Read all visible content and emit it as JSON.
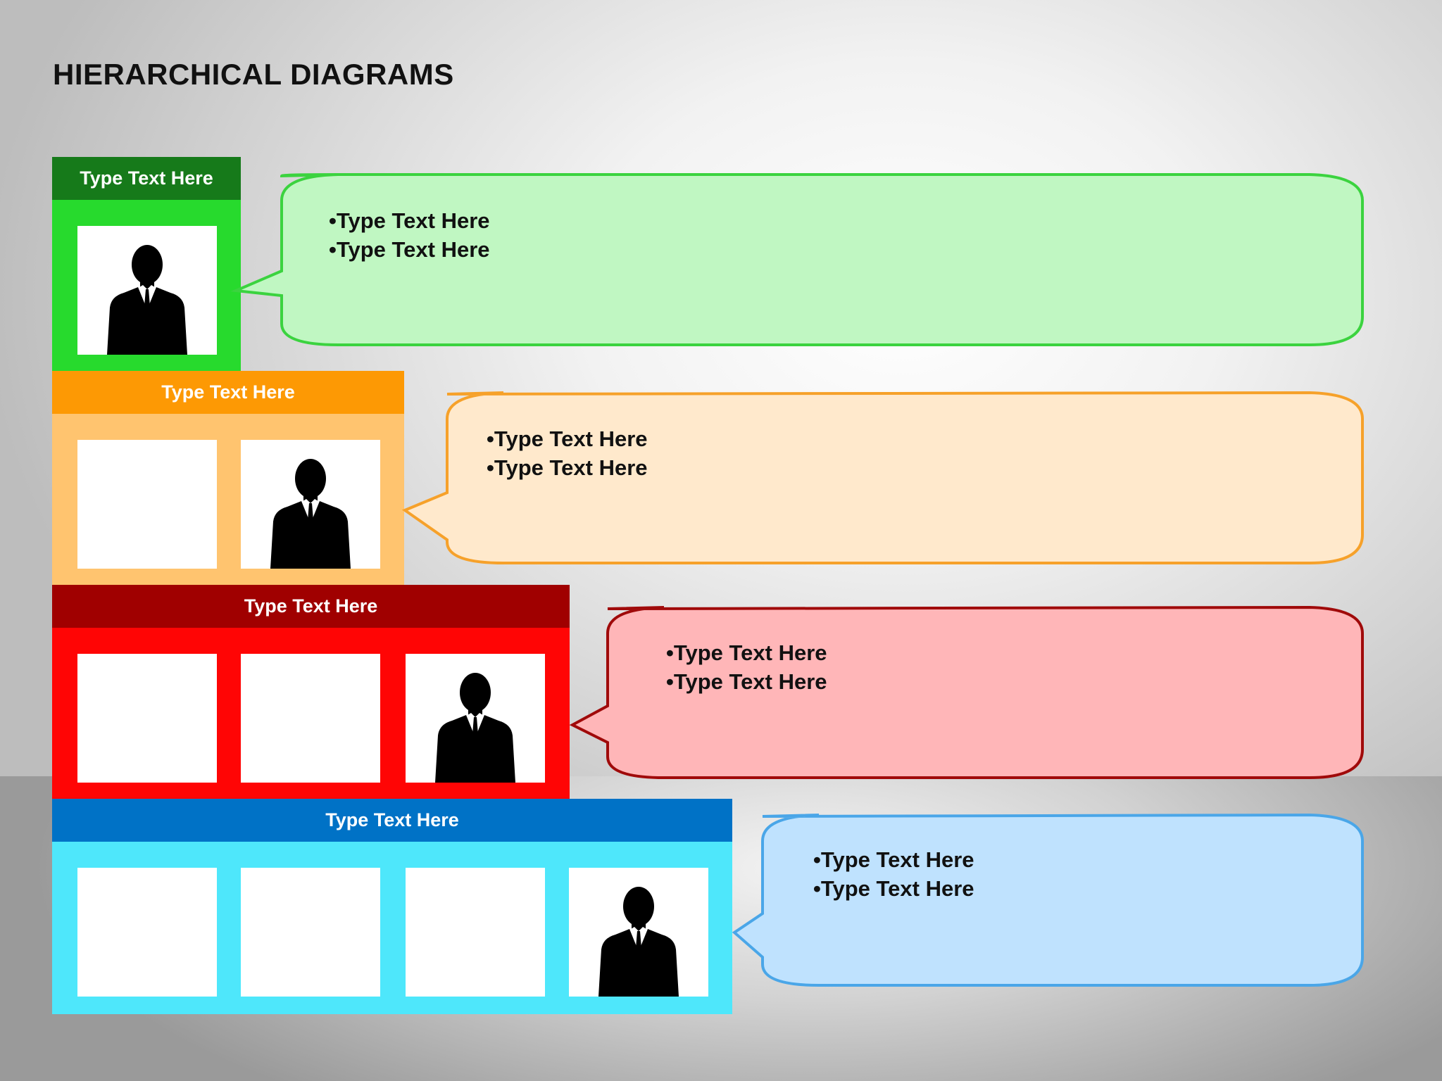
{
  "title": "HIERARCHICAL DIAGRAMS",
  "tiers": [
    {
      "header": "Type Text Here",
      "bullets": [
        "•Type Text Here",
        "•Type Text Here"
      ],
      "colors": {
        "header": "#167a1a",
        "body": "#27da2d",
        "callout_fill": "#c0f7c2",
        "callout_stroke": "#3bd33f"
      }
    },
    {
      "header": "Type Text Here",
      "bullets": [
        "•Type Text Here",
        "•Type Text Here"
      ],
      "colors": {
        "header": "#fd9904",
        "body": "#ffc46f",
        "callout_fill": "#ffe9cc",
        "callout_stroke": "#f6a12a"
      }
    },
    {
      "header": "Type Text Here",
      "bullets": [
        "•Type Text Here",
        "•Type Text Here"
      ],
      "colors": {
        "header": "#a00000",
        "body": "#ff0505",
        "callout_fill": "#ffb6b8",
        "callout_stroke": "#a00a0a"
      }
    },
    {
      "header": "Type Text Here",
      "bullets": [
        "•Type Text Here",
        "•Type Text Here"
      ],
      "colors": {
        "header": "#0072c6",
        "body": "#4ee7fb",
        "callout_fill": "#bfe2fe",
        "callout_stroke": "#4aa6e8"
      }
    }
  ],
  "icons": {
    "person": "person-silhouette-icon"
  }
}
